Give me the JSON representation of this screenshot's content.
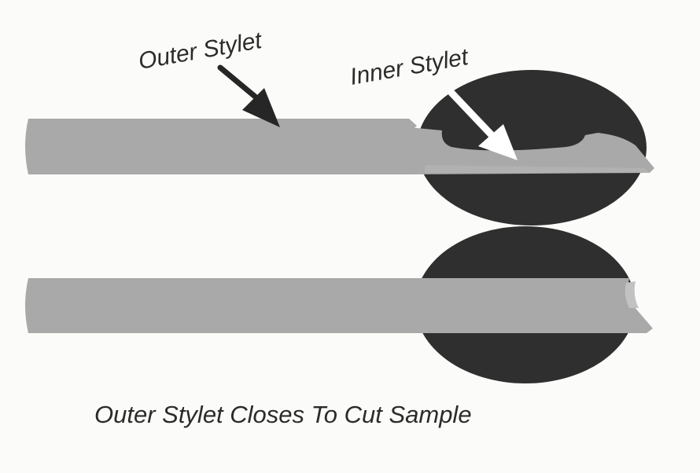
{
  "labels": {
    "outer_stylet": "Outer Stylet",
    "inner_stylet": "Inner Stylet",
    "caption": "Outer Stylet Closes To Cut Sample"
  },
  "colors": {
    "background": "#fbfbf9",
    "stylet": "#a9a9a9",
    "stylet_highlight": "#b8b8b8",
    "tissue": "#2f2f2f",
    "arrow_dark": "#262626",
    "arrow_light": "#ffffff"
  },
  "panels": [
    {
      "state": "notch open",
      "arrow": "outer-stylet-arrow"
    },
    {
      "state": "outer stylet closed",
      "arrow": null
    }
  ]
}
